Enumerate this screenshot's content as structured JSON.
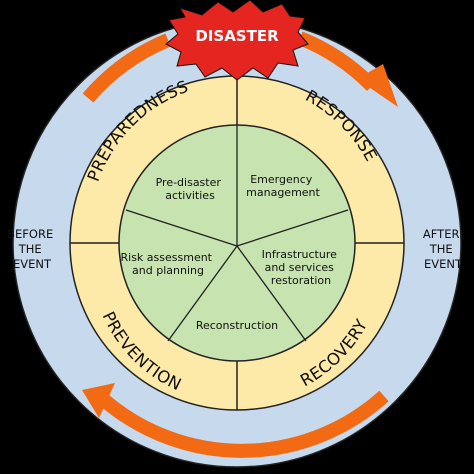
{
  "colors": {
    "background": "#000000",
    "outer_ring": "#c7d9ec",
    "middle_ring": "#fde9a8",
    "inner_circle": "#c6e3b0",
    "arrow": "#f26a13",
    "burst": "#e52620"
  },
  "center_event": {
    "label": "DISASTER"
  },
  "phases": [
    {
      "id": "preparedness",
      "label": "PREPAREDNESS"
    },
    {
      "id": "response",
      "label": "RESPONSE"
    },
    {
      "id": "recovery",
      "label": "RECOVERY"
    },
    {
      "id": "prevention",
      "label": "PREVENTION"
    }
  ],
  "activities": [
    {
      "id": "pre-disaster",
      "lines": [
        "Pre-disaster",
        "activities"
      ]
    },
    {
      "id": "emergency",
      "lines": [
        "Emergency",
        "management"
      ]
    },
    {
      "id": "infrastructure",
      "lines": [
        "Infrastructure",
        "and services",
        "restoration"
      ]
    },
    {
      "id": "reconstruction",
      "lines": [
        "Reconstruction"
      ]
    },
    {
      "id": "risk",
      "lines": [
        "Risk assessment",
        "and planning"
      ]
    }
  ],
  "side_labels": {
    "before": [
      "BEFORE",
      "THE",
      "EVENT"
    ],
    "after": [
      "AFTER",
      "THE",
      "EVENT"
    ]
  }
}
